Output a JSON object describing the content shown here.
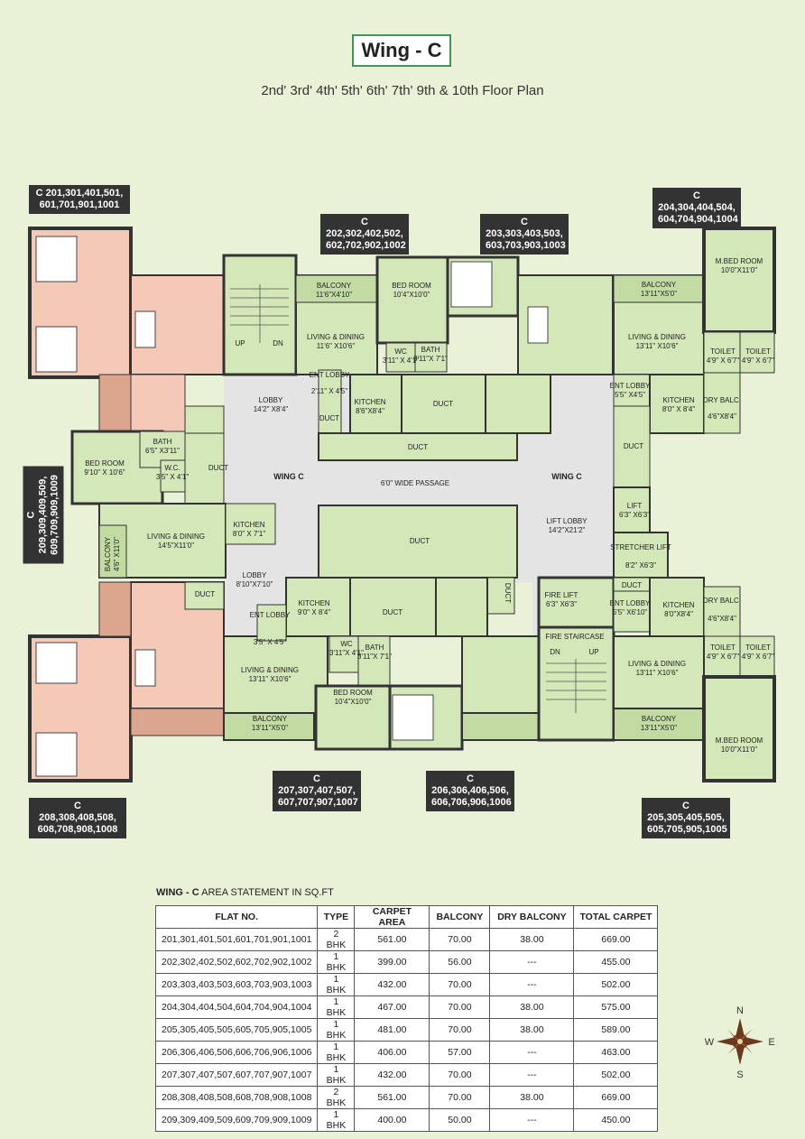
{
  "header": {
    "wing_title": "Wing - C",
    "subtitle": "2nd' 3rd' 4th' 5th' 6th' 7th' 9th & 10th Floor Plan"
  },
  "flat_labels": {
    "f201": "C 201,301,401,501, 601,701,901,1001",
    "f202": "C 202,302,402,502, 602,702,902,1002",
    "f203": "C 203,303,403,503, 603,703,903,1003",
    "f204": "C 204,304,404,504, 604,704,904,1004",
    "f205": "C 205,305,405,505, 605,705,905,1005",
    "f206": "C 206,306,406,506, 606,706,906,1006",
    "f207": "C 207,307,407,507, 607,707,907,1007",
    "f208": "C 208,308,408,508, 608,708,908,1008",
    "f209": "C 209,309,409,509, 609,709,909,1009"
  },
  "rooms": {
    "balcony_202": "BALCONY",
    "balcony_202_dim": "11'6\"X4'10\"",
    "bed_202": "BED ROOM",
    "bed_202_dim": "10'4\"X10'0\"",
    "living_202": "LIVING & DINING",
    "living_202_dim": "11'6\" X10'6\"",
    "wc_202": "WC",
    "wc_202_dim": "3'11\" X 4'1\"",
    "bath_202": "BATH",
    "bath_202_dim": "3'11\"X 7'1\"",
    "ent_lobby_202": "ENT LOBBY",
    "ent_lobby_202_dim": "2'11\" X 4'5\"",
    "kitchen_202": "KITCHEN",
    "kitchen_202_dim": "8'6\"X8'4\"",
    "duct_a": "DUCT",
    "duct_b": "DUCT",
    "duct_c": "DUCT",
    "lobby_top": "LOBBY",
    "lobby_top_dim": "14'2\" X8'4\"",
    "up": "UP",
    "dn": "DN",
    "balcony_204": "BALCONY",
    "balcony_204_dim": "13'11\"X5'0\"",
    "mbed_204": "M.BED ROOM",
    "mbed_204_dim": "10'0\"X11'0\"",
    "living_204": "LIVING & DINING",
    "living_204_dim": "13'11\" X10'6\"",
    "toilet_204a": "TOILET",
    "toilet_204a_dim": "4'9\" X 6'7\"",
    "toilet_204b": "TOILET",
    "toilet_204b_dim": "4'9\" X 6'7\"",
    "ent_lobby_204": "ENT LOBBY",
    "ent_lobby_204_dim": "5'5\" X4'5\"",
    "kitchen_204": "KITCHEN",
    "kitchen_204_dim": "8'0\" X 8'4\"",
    "dry_balc_204": "DRY BALC.",
    "dry_balc_204_dim": "4'6\"X8'4\"",
    "duct_right": "DUCT",
    "bed_209": "BED ROOM",
    "bed_209_dim": "9'10\" X 10'6\"",
    "bath_209": "BATH",
    "bath_209_dim": "6'5\" X3'11\"",
    "wc_209": "W.C.",
    "wc_209_dim": "3'5\" X 4'1\"",
    "duct_209": "DUCT",
    "wing_c_left": "WING C",
    "wing_c_right": "WING C",
    "passage": "6'0\" WIDE PASSAGE",
    "living_209": "LIVING & DINING",
    "living_209_dim": "14'5\"X11'0\"",
    "kitchen_209": "KITCHEN",
    "kitchen_209_dim": "8'0\" X 7'1\"",
    "balcony_209": "BALCONY",
    "balcony_209_dim": "4'6\" X11'0\"",
    "lift_lobby": "LIFT LOBBY",
    "lift_lobby_dim": "14'2\"X21'2\"",
    "lift": "LIFT",
    "lift_dim": "6'3\" X6'3\"",
    "stretcher": "STRETCHER LIFT",
    "stretcher_dim": "8'2\" X6'3\"",
    "duct_mid": "DUCT",
    "lobby_low": "LOBBY",
    "lobby_low_dim": "8'10\"X7'10\"",
    "duct_208": "DUCT",
    "kitchen_207": "KITCHEN",
    "kitchen_207_dim": "9'0\" X 8'4\"",
    "duct_207": "DUCT",
    "duct_206": "DUCT",
    "fire_lift": "FIRE LIFT",
    "fire_lift_dim": "6'3\" X6'3\"",
    "ent_lobby_207": "ENT LOBBY",
    "ent_lobby_207_dim": "3'5\" X 4'5\"",
    "living_207": "LIVING & DINING",
    "living_207_dim": "13'11\" X10'6\"",
    "wc_207": "WC",
    "wc_207_dim": "3'11\"X 4'1\"",
    "bath_207": "BATH",
    "bath_207_dim": "3'11\"X 7'1\"",
    "bed_207": "BED ROOM",
    "bed_207_dim": "10'4\"X10'0\"",
    "balcony_207": "BALCONY",
    "balcony_207_dim": "13'11\"X5'0\"",
    "fire_stair": "FIRE STAIRCASE",
    "fs_dn": "DN",
    "fs_up": "UP",
    "duct_205": "DUCT",
    "ent_lobby_205": "ENT LOBBY",
    "ent_lobby_205_dim": "5'5\" X6'10\"",
    "kitchen_205": "KITCHEN",
    "kitchen_205_dim": "8'0\"X8'4\"",
    "dry_balc_205": "DRY BALC.",
    "dry_balc_205_dim": "4'6\"X8'4\"",
    "toilet_205a": "TOILET",
    "toilet_205a_dim": "4'9\" X 6'7\"",
    "toilet_205b": "TOILET",
    "toilet_205b_dim": "4'9\" X 6'7\"",
    "living_205": "LIVING & DINING",
    "living_205_dim": "13'11\" X10'6\"",
    "balcony_205": "BALCONY",
    "balcony_205_dim": "13'11\"X5'0\"",
    "mbed_205": "M.BED ROOM",
    "mbed_205_dim": "10'0\"X11'0\""
  },
  "table": {
    "title_bold": "WING - C",
    "title_rest": "AREA STATEMENT IN SQ.FT",
    "headers": [
      "FLAT NO.",
      "TYPE",
      "CARPET AREA",
      "BALCONY",
      "DRY BALCONY",
      "TOTAL CARPET"
    ],
    "rows": [
      [
        "201,301,401,501,601,701,901,1001",
        "2 BHK",
        "561.00",
        "70.00",
        "38.00",
        "669.00"
      ],
      [
        "202,302,402,502,602,702,902,1002",
        "1 BHK",
        "399.00",
        "56.00",
        "---",
        "455.00"
      ],
      [
        "203,303,403,503,603,703,903,1003",
        "1 BHK",
        "432.00",
        "70.00",
        "---",
        "502.00"
      ],
      [
        "204,304,404,504,604,704,904,1004",
        "1 BHK",
        "467.00",
        "70.00",
        "38.00",
        "575.00"
      ],
      [
        "205,305,405,505,605,705,905,1005",
        "1 BHK",
        "481.00",
        "70.00",
        "38.00",
        "589.00"
      ],
      [
        "206,306,406,506,606,706,906,1006",
        "1 BHK",
        "406.00",
        "57.00",
        "---",
        "463.00"
      ],
      [
        "207,307,407,507,607,707,907,1007",
        "1 BHK",
        "432.00",
        "70.00",
        "---",
        "502.00"
      ],
      [
        "208,308,408,508,608,708,908,1008",
        "2 BHK",
        "561.00",
        "70.00",
        "38.00",
        "669.00"
      ],
      [
        "209,309,409,509,609,709,909,1009",
        "1 BHK",
        "400.00",
        "50.00",
        "---",
        "450.00"
      ]
    ]
  },
  "compass": {
    "n": "N",
    "s": "S",
    "e": "E",
    "w": "W"
  },
  "colors": {
    "background": "#e9f2d6",
    "room": "#d3e7b8",
    "pink": "#f4c9b8",
    "wall": "#333333",
    "corridor": "#e4e4e4"
  }
}
